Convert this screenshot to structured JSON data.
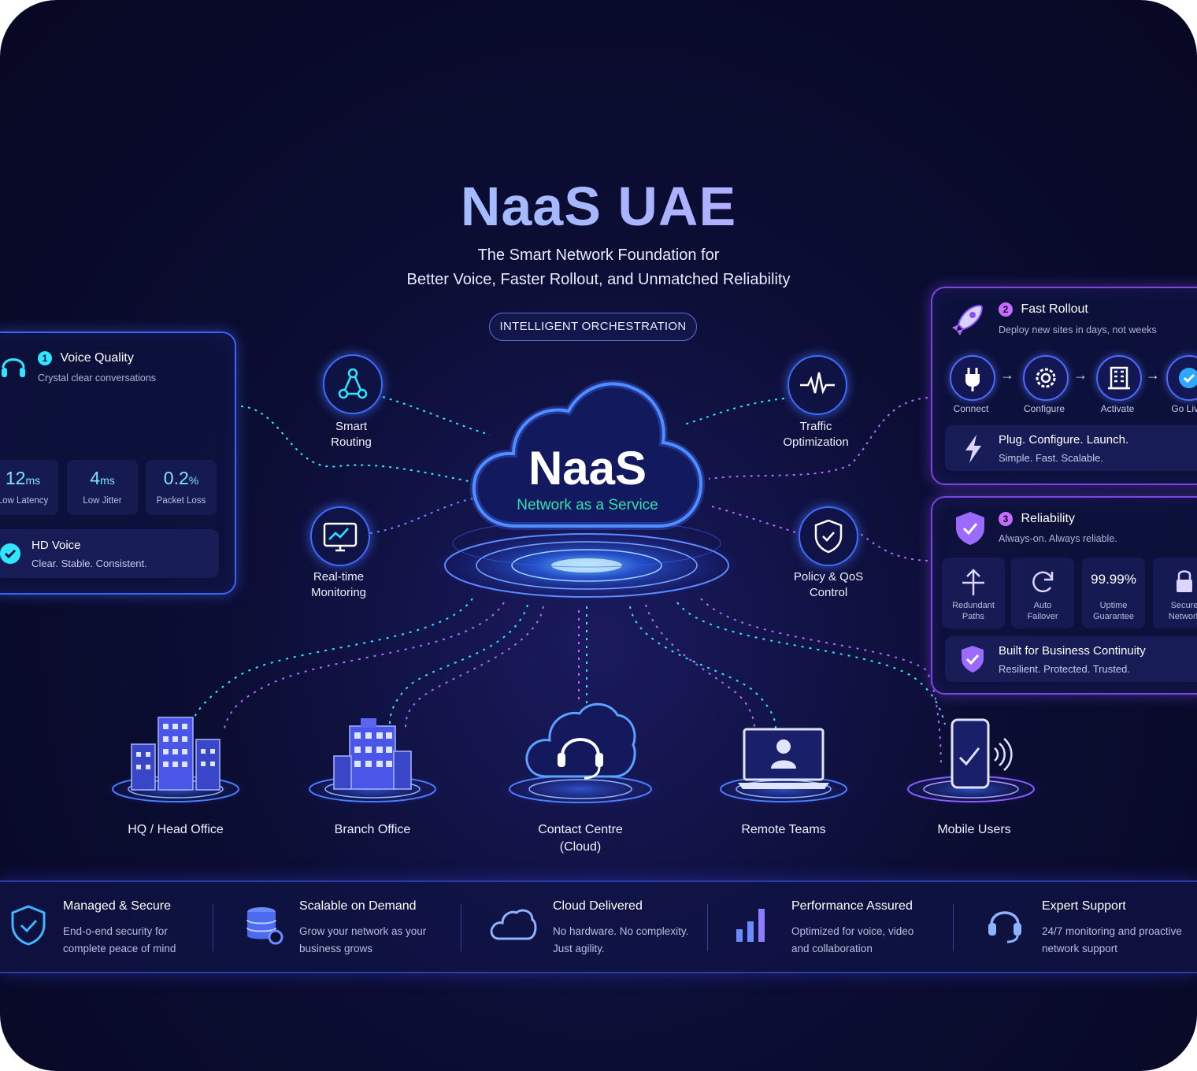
{
  "header": {
    "title": "NaaS UAE",
    "subtitle_line1": "The Smart Network Foundation for",
    "subtitle_line2": "Better Voice, Faster Rollout, and Unmatched Reliability",
    "badge": "INTELLIGENT ORCHESTRATION"
  },
  "core": {
    "name": "NaaS",
    "tagline": "Network as a Service"
  },
  "functions": [
    {
      "label_line1": "Smart",
      "label_line2": "Routing",
      "icon": "network-nodes-icon"
    },
    {
      "label_line1": "Real-time",
      "label_line2": "Monitoring",
      "icon": "monitor-chart-icon"
    },
    {
      "label_line1": "Traffic",
      "label_line2": "Optimization",
      "icon": "pulse-wave-icon"
    },
    {
      "label_line1": "Policy & QoS",
      "label_line2": "Control",
      "icon": "shield-check-icon"
    }
  ],
  "voice_quality": {
    "number": "1",
    "title": "Voice Quality",
    "subtitle": "Crystal clear conversations",
    "stats": [
      {
        "value": "12",
        "unit": "ms",
        "label": "Low Latency"
      },
      {
        "value": "4",
        "unit": "ms",
        "label": "Low Jitter"
      },
      {
        "value": "0.2",
        "unit": "%",
        "label": "Packet Loss"
      }
    ],
    "hd_title": "HD Voice",
    "hd_subtitle": "Clear. Stable. Consistent."
  },
  "fast_rollout": {
    "number": "2",
    "title": "Fast Rollout",
    "subtitle": "Deploy new sites in days, not weeks",
    "steps": [
      "Connect",
      "Configure",
      "Activate",
      "Go Live"
    ],
    "arrow": "→",
    "banner_title": "Plug. Configure. Launch.",
    "banner_subtitle": "Simple. Fast. Scalable."
  },
  "reliability": {
    "number": "3",
    "title": "Reliability",
    "subtitle": "Always-on. Always reliable.",
    "features": [
      {
        "line1": "Redundant",
        "line2": "Paths",
        "icon": "split-arrows-icon"
      },
      {
        "line1": "Auto",
        "line2": "Failover",
        "icon": "refresh-icon"
      },
      {
        "line1": "Uptime",
        "line2": "Guarantee",
        "value": "99.99%"
      },
      {
        "line1": "Secure",
        "line2": "Network",
        "icon": "lock-icon"
      }
    ],
    "banner_title": "Built for Business Continuity",
    "banner_subtitle": "Resilient. Protected. Trusted."
  },
  "destinations": [
    {
      "line1": "HQ / Head Office",
      "line2": "",
      "icon": "skyscraper-icon"
    },
    {
      "line1": "Branch Office",
      "line2": "",
      "icon": "building-icon"
    },
    {
      "line1": "Contact Centre",
      "line2": "(Cloud)",
      "icon": "headset-cloud-icon"
    },
    {
      "line1": "Remote Teams",
      "line2": "",
      "icon": "laptop-user-icon"
    },
    {
      "line1": "Mobile Users",
      "line2": "",
      "icon": "smartphone-icon"
    }
  ],
  "footer": [
    {
      "title": "Managed & Secure",
      "desc_line1": "End-o-end security for",
      "desc_line2": "complete peace of mind",
      "icon": "shield-icon"
    },
    {
      "title": "Scalable on Demand",
      "desc_line1": "Grow your network as your",
      "desc_line2": "business grows",
      "icon": "database-icon"
    },
    {
      "title": "Cloud Delivered",
      "desc_line1": "No hardware. No complexity.",
      "desc_line2": "Just agility.",
      "icon": "cloud-icon"
    },
    {
      "title": "Performance Assured",
      "desc_line1": "Optimized for voice, video",
      "desc_line2": "and collaboration",
      "icon": "bar-chart-icon"
    },
    {
      "title": "Expert Support",
      "desc_line1": "24/7 monitoring and proactive",
      "desc_line2": "network support",
      "icon": "headset-icon"
    }
  ],
  "colors": {
    "background": "#0b0d33",
    "accent_blue": "#3d63ff",
    "accent_cyan": "#2ee6ff",
    "accent_purple": "#8a4dff",
    "tagline_green": "#33e0b0"
  }
}
